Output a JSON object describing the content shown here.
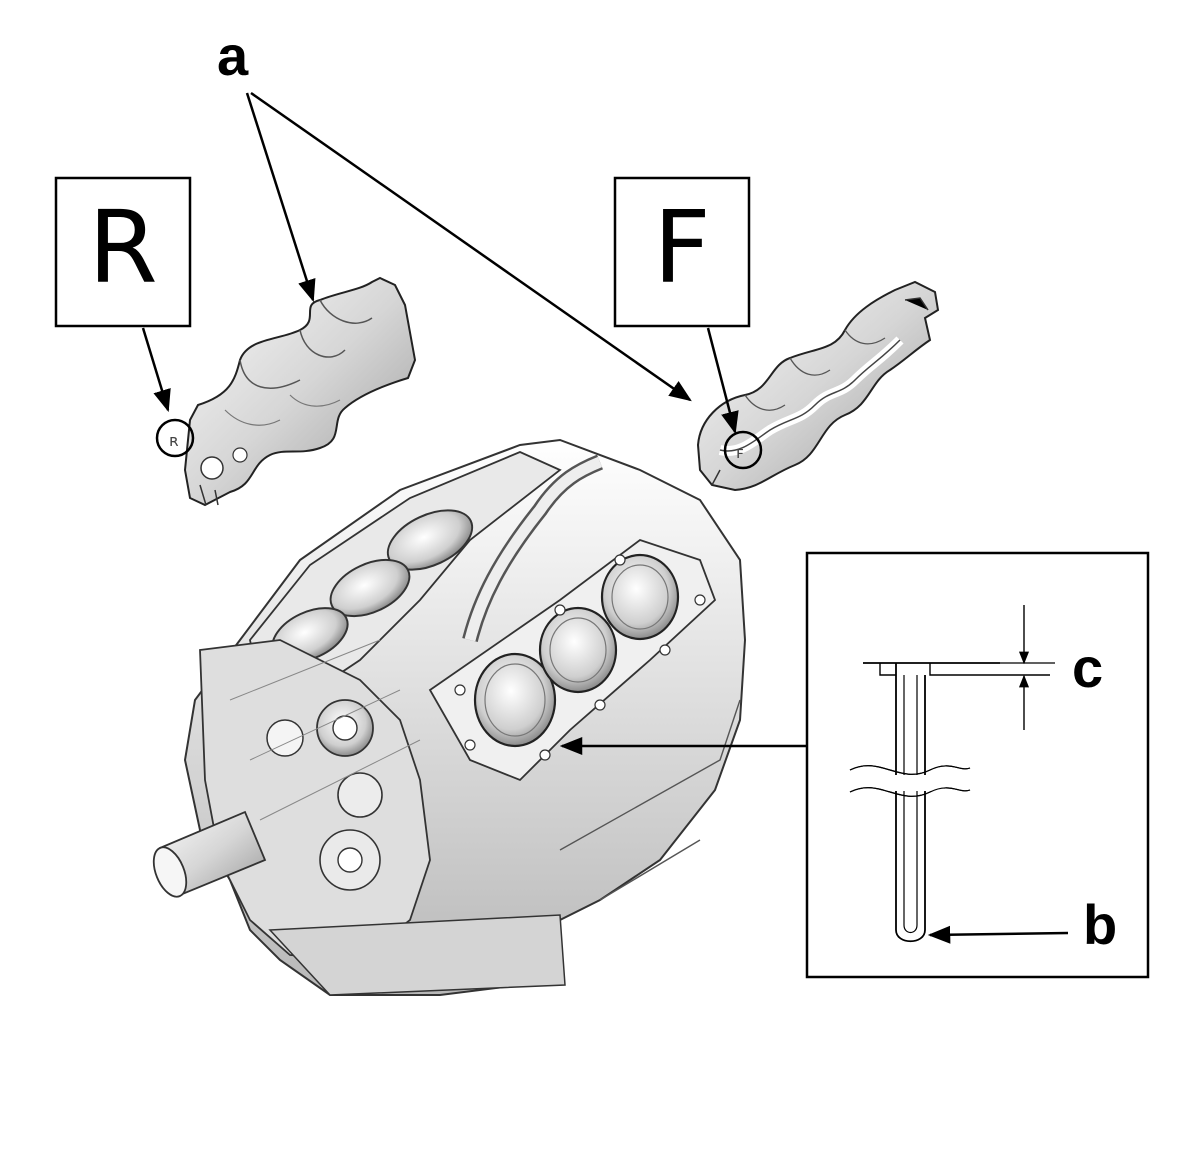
{
  "callouts": {
    "a": "a",
    "b": "b",
    "c": "c"
  },
  "position_marks": {
    "rear": "R",
    "front": "F"
  },
  "colors": {
    "line": "#000000",
    "metal_light": "#f2f2f2",
    "metal_mid": "#c8c8c8",
    "metal_dark": "#8a8a8a",
    "background": "#ffffff"
  }
}
